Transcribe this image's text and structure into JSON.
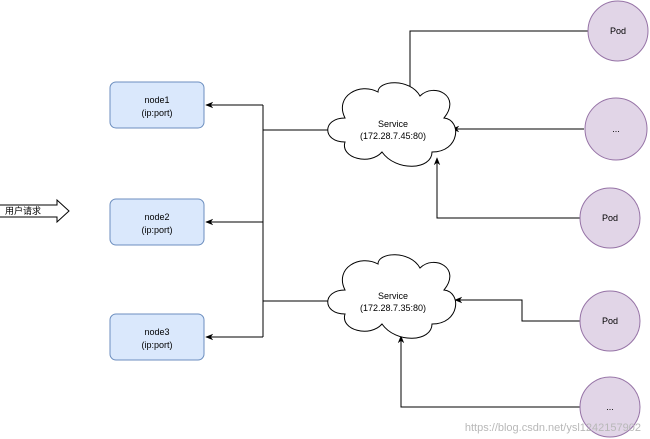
{
  "user_request": {
    "label": "用户请求"
  },
  "nodes": [
    {
      "name": "node1",
      "addr": "(ip:port)"
    },
    {
      "name": "node2",
      "addr": "(ip:port)"
    },
    {
      "name": "node3",
      "addr": "(ip:port)"
    }
  ],
  "services": [
    {
      "name": "Service",
      "addr": "(172.28.7.45:80)"
    },
    {
      "name": "Service",
      "addr": "(172.28.7.35:80)"
    }
  ],
  "pods": [
    {
      "label": "Pod"
    },
    {
      "label": "..."
    },
    {
      "label": "Pod"
    },
    {
      "label": "Pod"
    },
    {
      "label": "..."
    }
  ],
  "watermark": "https://blog.csdn.net/ysl1242157902",
  "colors": {
    "node_fill": "#dae8fc",
    "node_stroke": "#6c8ebf",
    "pod_fill": "#e1d5e7",
    "pod_stroke": "#9673a6",
    "line": "#000000"
  }
}
